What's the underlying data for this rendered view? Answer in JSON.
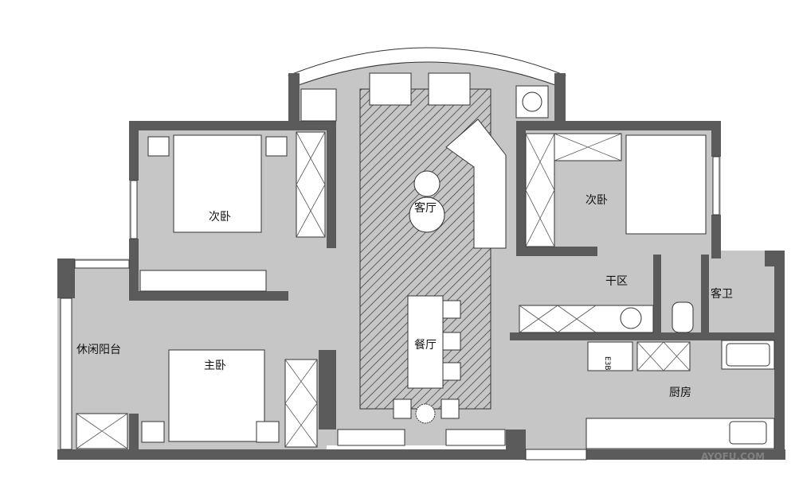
{
  "plan": {
    "rooms": {
      "living_room": "客厅",
      "dining_room": "餐厅",
      "master_bedroom": "主卧",
      "second_bedroom_left": "次卧",
      "second_bedroom_right": "次卧",
      "dry_area": "干区",
      "guest_bathroom": "客卫",
      "leisure_balcony": "休闲阳台",
      "kitchen": "厨房"
    },
    "fridge_label": "E3B",
    "watermark": "AYOFU.COM"
  },
  "colors": {
    "floor": "#c6c6c6",
    "wall": "#5b5b5b",
    "hatch": "#333333"
  }
}
